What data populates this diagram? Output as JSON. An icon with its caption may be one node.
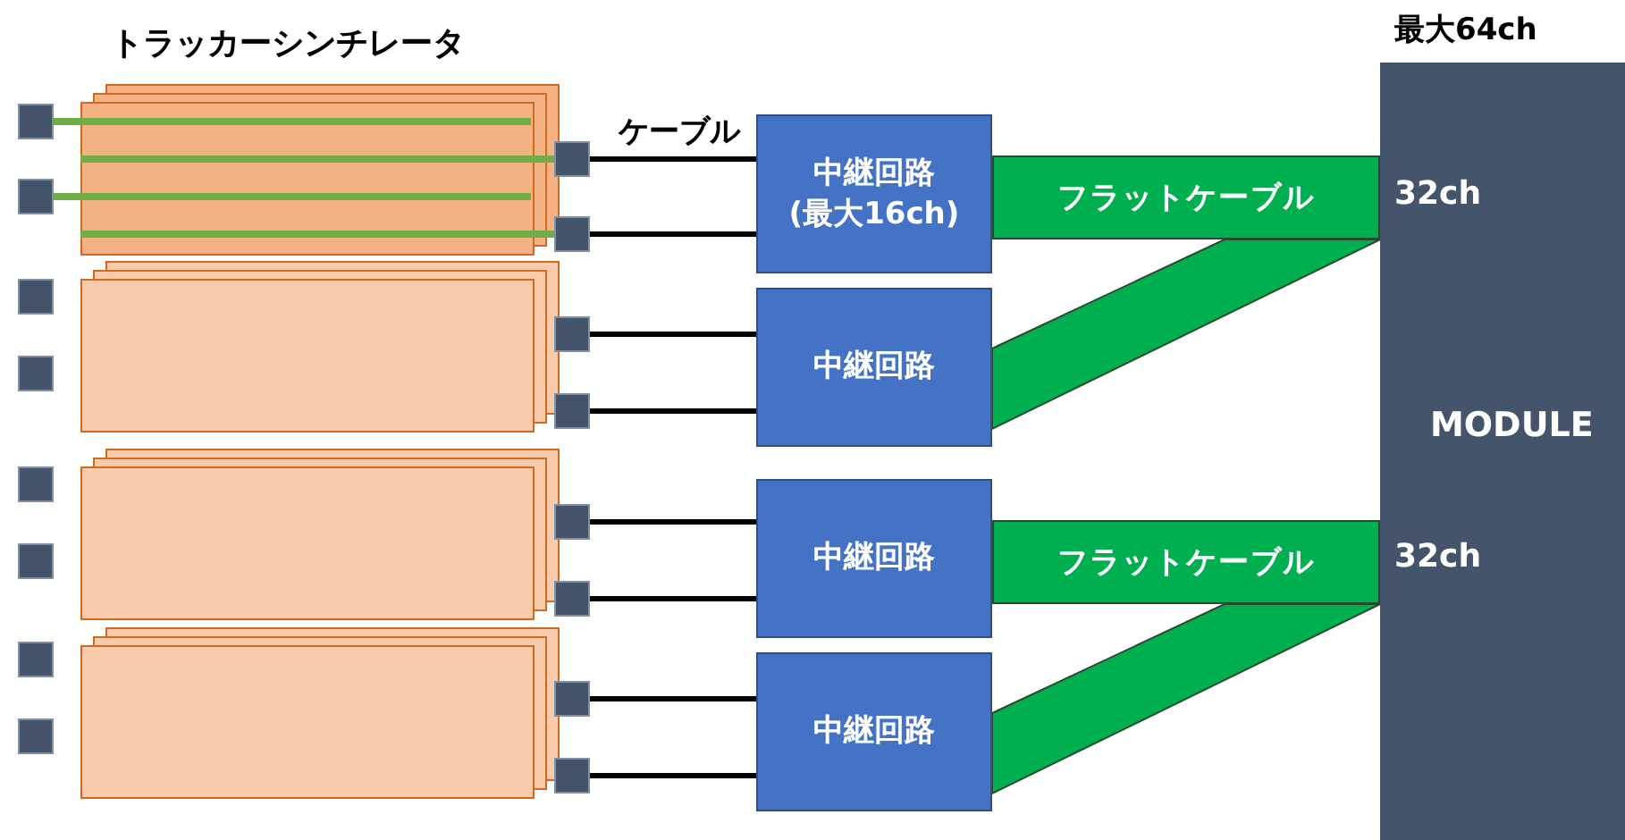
{
  "diagram": {
    "nodes": [
      {
        "text": [],
        "shape": "box"
      },
      {
        "text": [],
        "shape": "box"
      },
      {
        "text": [],
        "shape": "box"
      },
      {
        "text": [],
        "shape": "box"
      },
      {
        "text": [],
        "shape": "box"
      },
      {
        "text": [],
        "shape": "box"
      },
      {
        "text": [],
        "shape": "box"
      },
      {
        "text": [],
        "shape": "box"
      },
      {
        "text": [],
        "shape": "box"
      },
      {
        "text": [],
        "shape": "box"
      },
      {
        "text": [],
        "shape": "box"
      },
      {
        "text": [],
        "shape": "box"
      },
      {
        "text": [
          "中継回路 (最大16ch)"
        ]
      },
      {
        "text": [
          "中継回路"
        ]
      },
      {
        "text": [
          "中継回路"
        ]
      },
      {
        "text": [
          "中継回路"
        ]
      },
      {
        "text": [
          "フラットケーブル"
        ]
      },
      {
        "text": [
          "フラットケーブル"
        ]
      },
      {
        "text": [
          "MODULE"
        ],
        "beside": [
          "最大64ch"
        ]
      }
    ],
    "edges": [
      {
        "from": 4,
        "to": 12,
        "arrow": "none"
      },
      {
        "from": 5,
        "to": 12,
        "arrow": "none"
      },
      {
        "from": 6,
        "to": 13,
        "arrow": "none"
      },
      {
        "from": 7,
        "to": 13,
        "arrow": "none"
      },
      {
        "from": 8,
        "to": 14,
        "arrow": "none"
      },
      {
        "from": 9,
        "to": 14,
        "arrow": "none"
      },
      {
        "from": 10,
        "to": 15,
        "arrow": "none"
      },
      {
        "from": 11,
        "to": 15,
        "arrow": "none"
      },
      {
        "from": 13,
        "to": 16,
        "arrow": "none",
        "style": "thick",
        "color": "#00b050"
      },
      {
        "from": 15,
        "to": 17,
        "arrow": "none",
        "style": "thick",
        "color": "#00b050"
      }
    ],
    "labels": [
      "トラッカーシンチレータ",
      "ケーブル",
      "32ch",
      "32ch"
    ]
  }
}
